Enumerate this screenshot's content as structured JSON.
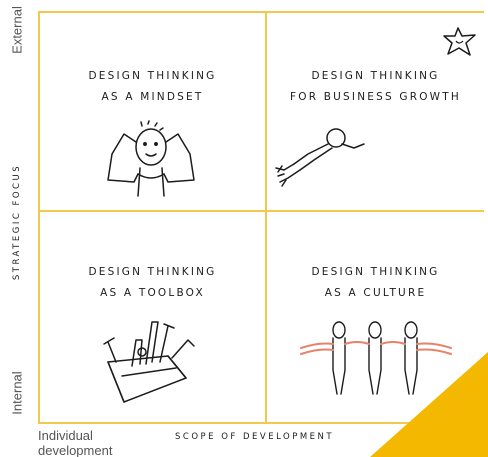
{
  "quadrants": {
    "top_left": {
      "line1": "DESIGN THINKING",
      "line2": "AS A MINDSET"
    },
    "top_right": {
      "line1": "DESIGN THINKING",
      "line2": "FOR BUSINESS GROWTH"
    },
    "bottom_left": {
      "line1": "DESIGN THINKING",
      "line2": "AS A TOOLBOX"
    },
    "bottom_right": {
      "line1": "DESIGN THINKING",
      "line2": "AS A CULTURE"
    }
  },
  "axes": {
    "vertical_label": "STRATEGIC FOCUS",
    "vertical_top": "External",
    "vertical_bottom": "Internal",
    "horizontal_label": "SCOPE OF DEVELOPMENT",
    "horizontal_left_line1": "Individual",
    "horizontal_left_line2": "development"
  },
  "colors": {
    "grid": "#f2c94c",
    "accent_corner": "#f5b800",
    "ink": "#1c1c1c"
  },
  "icons": [
    "thinking-person-icon",
    "star-icon",
    "flying-person-icon",
    "toolbox-icon",
    "people-holding-hands-icon"
  ]
}
